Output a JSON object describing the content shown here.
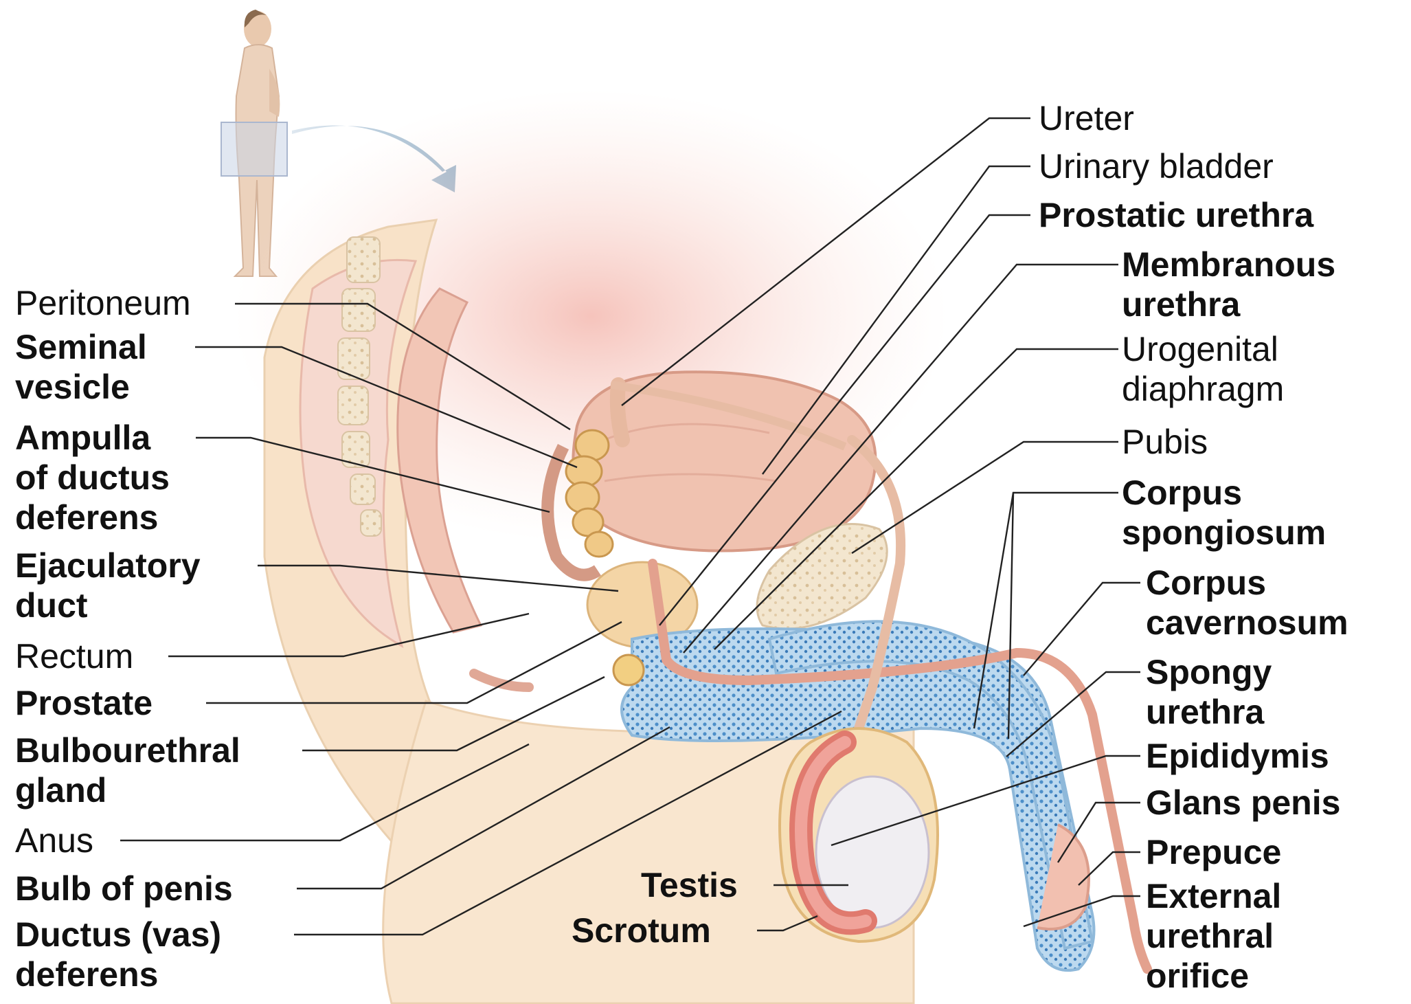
{
  "labels": {
    "peritoneum": "Peritoneum",
    "seminal_vesicle": "Seminal\nvesicle",
    "ampulla": "Ampulla\nof ductus\ndeferens",
    "ejaculatory_duct": "Ejaculatory\nduct",
    "rectum": "Rectum",
    "prostate": "Prostate",
    "bulbourethral_gland": "Bulbourethral\ngland",
    "anus": "Anus",
    "bulb_of_penis": "Bulb of penis",
    "ductus_deferens": "Ductus (vas)\ndeferens",
    "ureter": "Ureter",
    "urinary_bladder": "Urinary bladder",
    "prostatic_urethra": "Prostatic urethra",
    "membranous_urethra": "Membranous\nurethra",
    "urogenital_diaphragm": "Urogenital\ndiaphragm",
    "pubis": "Pubis",
    "corpus_spongiosum": "Corpus\nspongiosum",
    "corpus_cavernosum": "Corpus\ncavernosum",
    "spongy_urethra": "Spongy\nurethra",
    "epididymis": "Epididymis",
    "glans_penis": "Glans penis",
    "prepuce": "Prepuce",
    "external_urethral_orifice": "External\nurethral\norifice",
    "testis": "Testis",
    "scrotum": "Scrotum"
  }
}
